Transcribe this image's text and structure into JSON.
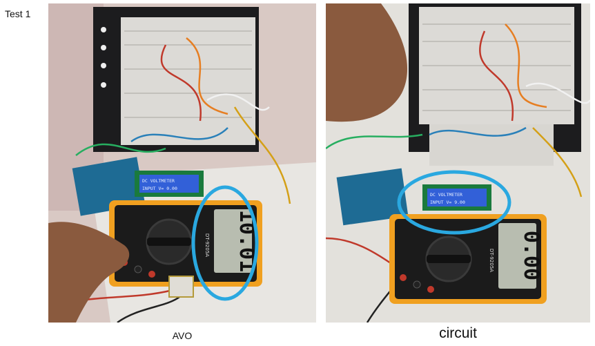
{
  "heading": "Test 1",
  "photos": [
    {
      "caption": "AVO",
      "lcd_line1": "DC VOLTMETER",
      "lcd_line2": "INPUT V= 0.00",
      "meter_reading": "10.01",
      "meter_model": "DT-9205A"
    },
    {
      "caption": "circuit",
      "lcd_line1": "DC VOLTMETER",
      "lcd_line2": "INPUT V= 9.00",
      "meter_reading": "0.00",
      "meter_model": "DT-9205A"
    }
  ],
  "colors": {
    "highlight": "#2aa8e0",
    "meter_body": "#f0a020"
  }
}
